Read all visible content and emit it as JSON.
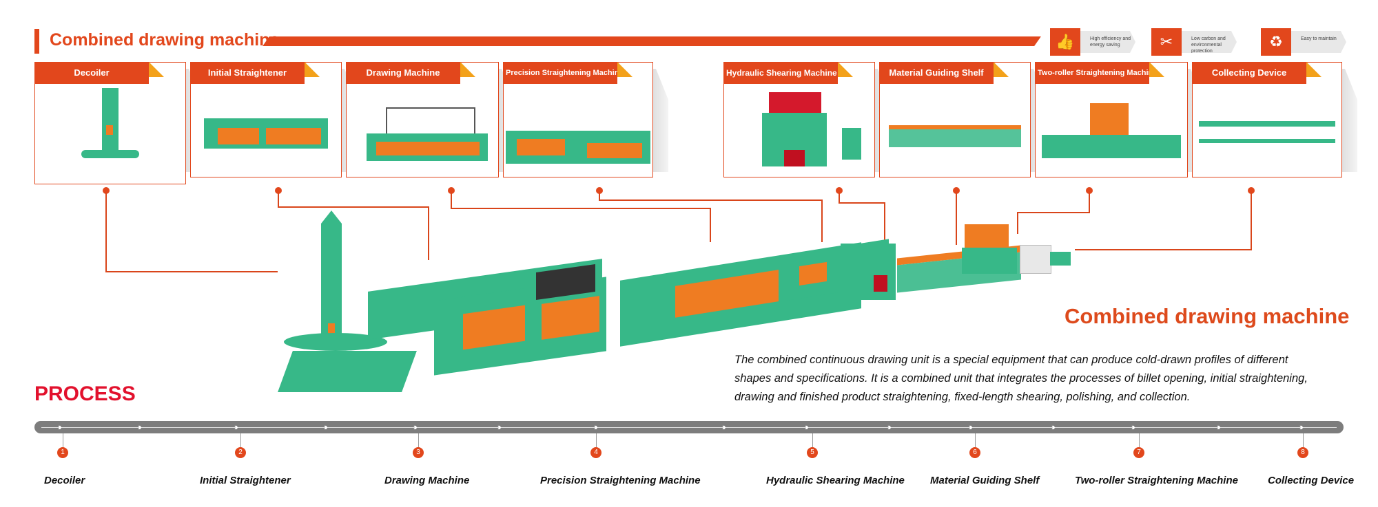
{
  "header": {
    "title": "Combined drawing machine"
  },
  "features": [
    {
      "icon": "thumbs-up-icon",
      "glyph": "👍",
      "label": "High efficiency and energy saving"
    },
    {
      "icon": "tools-icon",
      "glyph": "✂",
      "label": "Low carbon and environmental protection"
    },
    {
      "icon": "recycle-icon",
      "glyph": "♻",
      "label": "Easy to maintain"
    }
  ],
  "cards": [
    {
      "label": "Decoiler"
    },
    {
      "label": "Initial Straightener"
    },
    {
      "label": "Drawing Machine"
    },
    {
      "label": "Precision Straightening Machine"
    },
    {
      "label": "Hydraulic Shearing Machine"
    },
    {
      "label": "Material Guiding Shelf"
    },
    {
      "label": "Two-roller Straightening Machine"
    },
    {
      "label": "Collecting Device"
    }
  ],
  "process": {
    "title": "PROCESS"
  },
  "main": {
    "title": "Combined drawing machine",
    "description": [
      "The combined continuous drawing unit is a special equipment that can produce cold-drawn profiles of different",
      "shapes and specifications. It is a combined unit that integrates the processes of billet opening, initial straightening,",
      "drawing and finished product straightening, fixed-length shearing, polishing, and collection."
    ]
  },
  "steps": [
    {
      "num": "1",
      "label": "Decoiler"
    },
    {
      "num": "2",
      "label": "Initial Straightener"
    },
    {
      "num": "3",
      "label": "Drawing Machine"
    },
    {
      "num": "4",
      "label": "Precision Straightening Machine"
    },
    {
      "num": "5",
      "label": "Hydraulic Shearing Machine"
    },
    {
      "num": "6",
      "label": "Material Guiding Shelf"
    },
    {
      "num": "7",
      "label": "Two-roller Straightening Machine"
    },
    {
      "num": "8",
      "label": "Collecting Device"
    }
  ],
  "colors": {
    "accent": "#e2471c",
    "machine_green": "#37b888",
    "machine_orange": "#ef7c22",
    "process_red": "#e2112d"
  }
}
